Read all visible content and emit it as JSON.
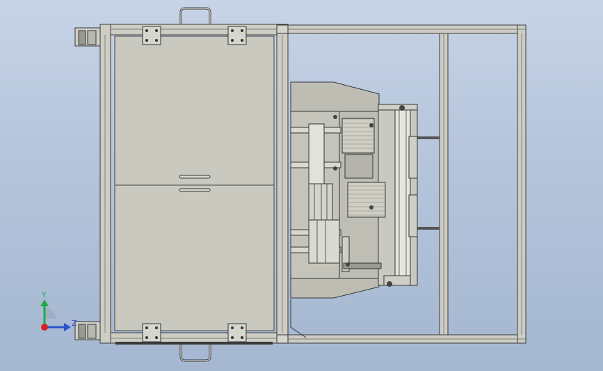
{
  "colors": {
    "background_top": "#c7d3e6",
    "background_bottom": "#a5b7d1",
    "frame_fill": "#cbcbc2",
    "frame_edge": "#3c3c3c",
    "panel_fill": "#c8c8bf",
    "axis_y": "#1fa84a",
    "axis_z": "#2b52c9",
    "axis_x": "#d42424"
  },
  "view": {
    "description_icon": "cad-isometric-frame-model"
  },
  "triad": {
    "y_label": "Y",
    "z_label": "Z"
  }
}
